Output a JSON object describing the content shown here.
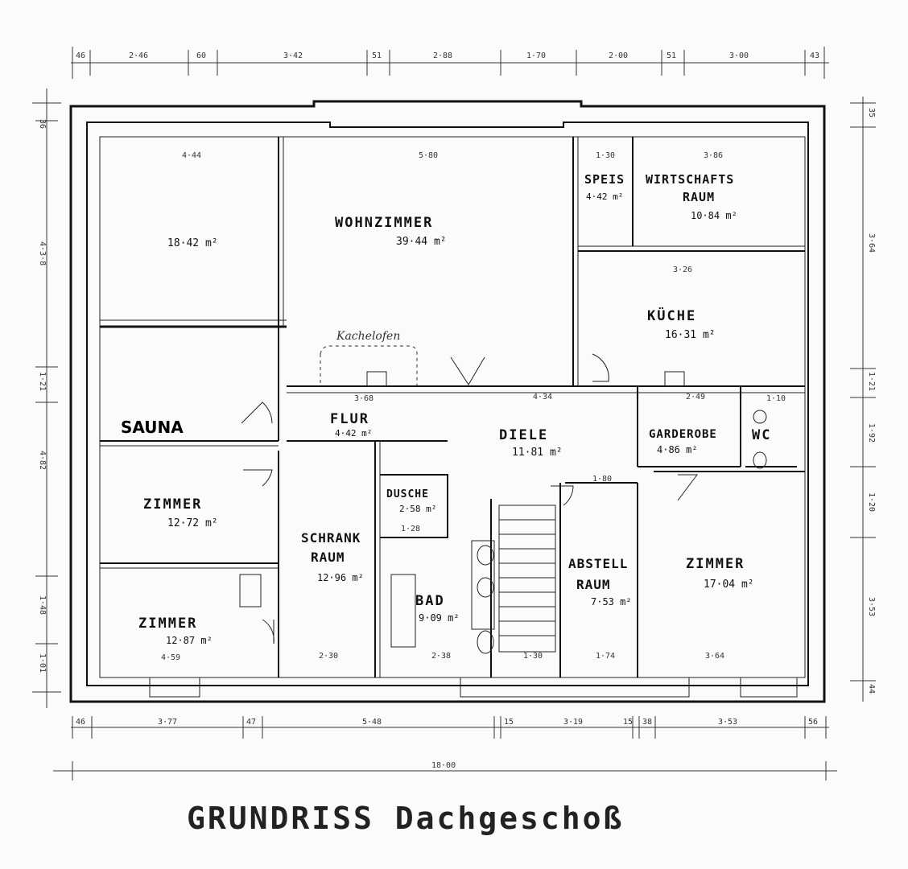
{
  "title": "GRUNDRISS Dachgeschoß",
  "handwritten_note": "Kachelofen",
  "rooms": {
    "wohnzimmer": {
      "name": "WOHNZIMMER",
      "area": "39·44 m²"
    },
    "room_nw": {
      "area": "18·42 m²"
    },
    "speis": {
      "name": "SPEIS",
      "area": "4·42 m²"
    },
    "wirtschaftsraum": {
      "name1": "WIRTSCHAFTS",
      "name2": "RAUM",
      "area": "10·84 m²"
    },
    "kueche": {
      "name": "KÜCHE",
      "area": "16·31 m²"
    },
    "sauna": {
      "name": "SAUNA"
    },
    "flur": {
      "name": "FLUR",
      "area": "4·42 m²"
    },
    "diele": {
      "name": "DIELE",
      "area": "11·81 m²"
    },
    "garderobe": {
      "name": "GARDEROBE",
      "area": "4·86 m²"
    },
    "wc": {
      "name": "WC"
    },
    "zimmer_w": {
      "name": "ZIMMER",
      "area": "12·72 m²"
    },
    "dusche": {
      "name": "DUSCHE",
      "area": "2·58 m²"
    },
    "schrankraum": {
      "name1": "SCHRANK",
      "name2": "RAUM",
      "area": "12·96 m²"
    },
    "bad": {
      "name": "BAD",
      "area": "9·09 m²"
    },
    "abstellraum": {
      "name1": "ABSTELL",
      "name2": "RAUM",
      "area": "7·53 m²"
    },
    "zimmer_e": {
      "name": "ZIMMER",
      "area": "17·04 m²"
    },
    "zimmer_sw": {
      "name": "ZIMMER",
      "area": "12·87 m²"
    }
  },
  "dims_top": [
    "46",
    "2·46",
    "60",
    "3·42",
    "51",
    "2·88",
    "1·70",
    "2·00",
    "51",
    "3·00",
    "43"
  ],
  "dims_bottom": [
    "46",
    "3·77",
    "47",
    "5·48",
    "15",
    "3·19",
    "15",
    "38",
    "3·53",
    "56"
  ],
  "dim_total": "18·00",
  "dims_left": [
    "36",
    "4·3·8",
    "1·21",
    "4·82",
    "1·48",
    "1·01"
  ],
  "dims_right": [
    "35",
    "3·64",
    "1·21",
    "1·92",
    "1·20",
    "3·53",
    "44"
  ],
  "dims_inner": {
    "w1": "4·44",
    "w2": "5·80",
    "w3": "1·30",
    "w4": "3·86",
    "k1": "3·26",
    "f1": "3·68",
    "d1": "4·34",
    "g1": "2·49",
    "wc1": "1·10",
    "h1": "2·30",
    "h2": "2·38",
    "h3": "1·30",
    "h4": "1·74",
    "h5": "3·64",
    "zs1": "4·59",
    "ab1": "1·80",
    "du1": "1·28"
  }
}
